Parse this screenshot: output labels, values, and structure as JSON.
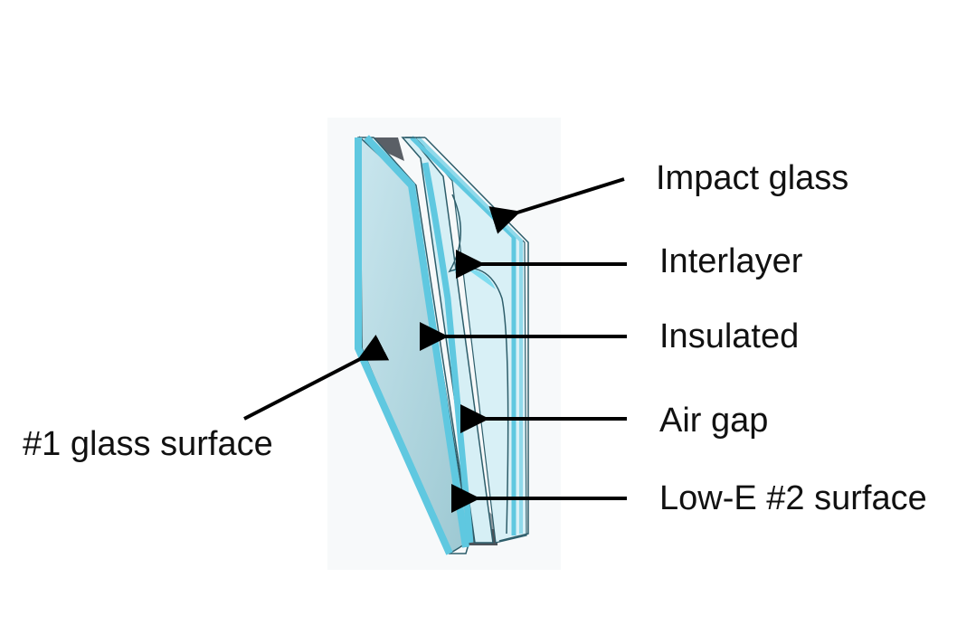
{
  "labels": {
    "impact_glass": "Impact glass",
    "interlayer": "Interlayer",
    "insulated": "Insulated",
    "air_gap": "Air gap",
    "low_e": "Low-E #2 surface",
    "glass_surface_1": "#1 glass surface"
  },
  "colors": {
    "glass_edge": "#5fc8e0",
    "glass_face": "#b9dfe8",
    "spacer": "#555a60",
    "arrow": "#000000"
  }
}
